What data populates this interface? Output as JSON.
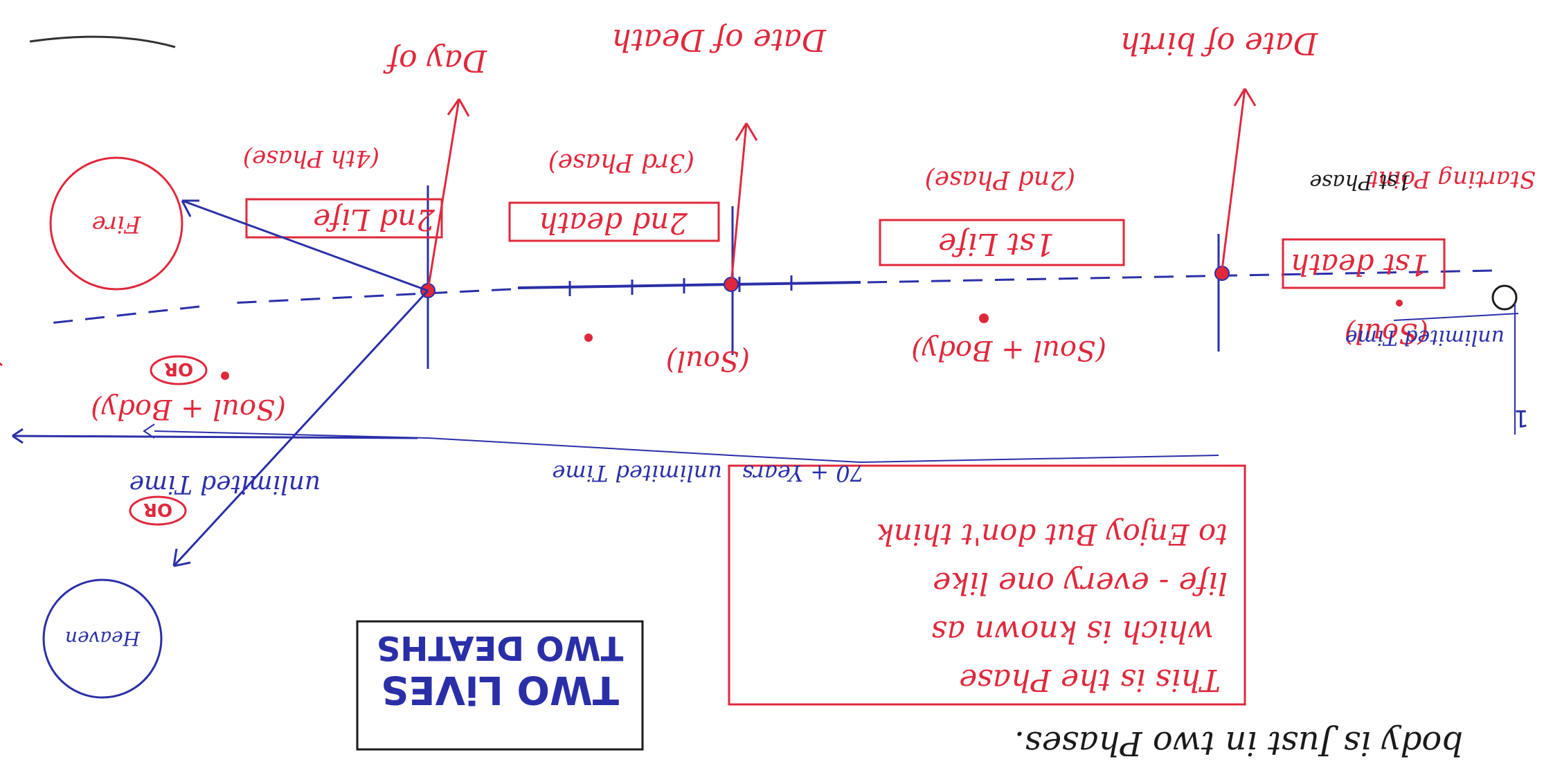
{
  "colors": {
    "red": "#e0283c",
    "blue": "#2a2fa8",
    "black": "#1a1a1a"
  },
  "title_box": {
    "line1": "TWO LiVES",
    "line2": "TWO DEATHS"
  },
  "markers": {
    "starting_point": "Starting Point",
    "date_of_birth": "Date of birth",
    "date_of_death": "Date of Death",
    "day_of": "Day of"
  },
  "phases": {
    "first_death": {
      "box": "1st death",
      "label": "1st Phase"
    },
    "first_life": {
      "box": "1st Life",
      "label": "(2nd Phase)"
    },
    "second_death": {
      "box": "2nd death",
      "label": "(3rd Phase)"
    },
    "second_life": {
      "box": "2nd Life",
      "label": "(4th Phase)"
    }
  },
  "states": {
    "soul_a": "(Soul)",
    "soul_body_a": "(Soul + Body)",
    "soul_b": "(Soul)",
    "soul_body_b": "(Soul + Body)"
  },
  "time_labels": {
    "t1": "unlimited Time",
    "t2": "70 + Years",
    "t3": "unlimited Time",
    "t4": "unlimited Time"
  },
  "or_labels": {
    "or_top": "OR",
    "or_bottom": "OR"
  },
  "circle_labels": {
    "red_circle": "Fire",
    "blue_circle": "Heaven"
  },
  "number_label": "1",
  "note_lines": [
    "This is the Phase",
    "which is known as",
    "life - every one like",
    "to Enjoy But don't think"
  ],
  "bottom_text": "body is Just in two Phases."
}
